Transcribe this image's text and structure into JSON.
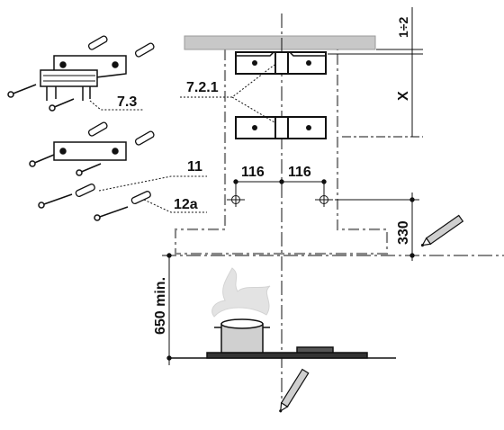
{
  "labels": {
    "ceiling_gap": "1÷2",
    "bracket_spacing": "X",
    "bracket_part": "7.2.1",
    "wall_bracket": "7.3",
    "dowel": "11",
    "screw": "12a",
    "left_offset": "116",
    "right_offset": "116",
    "hole_height": "330",
    "min_height": "650 min."
  },
  "colors": {
    "line": "#111111",
    "dashdot": "#8a8a8a",
    "ceiling": "#c8c8c8",
    "pot_body": "#d0d0d0",
    "steam": "#e3e3e3"
  },
  "icons": {
    "ceiling": "ceiling-bar-icon",
    "brackets": "bracket-icon",
    "dowels": "dowel-icon",
    "screws": "screw-icon",
    "pencils": "pencil-icon",
    "pot": "pot-icon",
    "hob": "hob-icon"
  }
}
